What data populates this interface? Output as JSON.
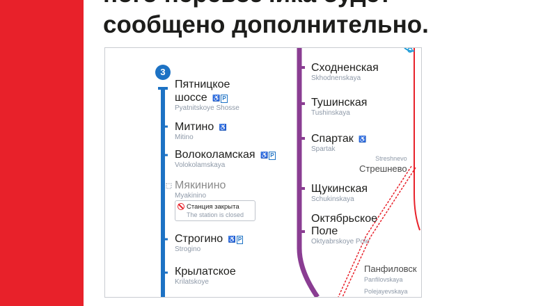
{
  "headline": {
    "line1": "ного перевозчика будет",
    "line2": "сообщено дополнительно."
  },
  "closed_icon": "no-entry-icon",
  "blue_line": {
    "badge": "3",
    "color": "#1d72c4",
    "stations": [
      {
        "ru": "Пятницкое",
        "ru2": "шоссе",
        "en": "Pyatnitskoye Shosse",
        "icons": [
          "wheelchair-icon",
          "parking-icon"
        ]
      },
      {
        "ru": "Митино",
        "en": "Mitino",
        "icons": [
          "wheelchair-icon"
        ]
      },
      {
        "ru": "Волоколамская",
        "en": "Volokolamskaya",
        "icons": [
          "wheelchair-icon",
          "parking-icon"
        ]
      },
      {
        "ru": "Мякинино",
        "en": "Myakinino",
        "closed": true
      },
      {
        "ru": "Строгино",
        "en": "Strogino",
        "icons": [
          "wheelchair-icon",
          "parking-icon"
        ]
      },
      {
        "ru": "Крылатское",
        "en": "Krilatskoye"
      }
    ],
    "closed_note": {
      "ru": "Станция закрыта",
      "en": "The station is closed"
    }
  },
  "purple_line": {
    "color": "#8a3d92",
    "stations": [
      {
        "ru": "Сходненская",
        "en": "Skhodnenskaya"
      },
      {
        "ru": "Тушинская",
        "en": "Tushinskaya"
      },
      {
        "ru": "Спартак",
        "en": "Spartak",
        "icons": [
          "wheelchair-icon"
        ]
      },
      {
        "ru": "Щукинская",
        "en": "Schukinskaya"
      },
      {
        "ru": "Октябрьское",
        "ru2": "Поле",
        "en": "Oktyabrskoye Pole"
      }
    ]
  },
  "mcc_line": {
    "color": "#e8212a",
    "stations": [
      {
        "ru": "Стрешнево",
        "en": "Streshnevo"
      },
      {
        "ru": "Панфиловск",
        "en": "Panfilovskaya"
      },
      {
        "ru": "",
        "en": "Polejayevskaya"
      }
    ]
  },
  "glyphs": {
    "wheelchair": "♿",
    "parking": "P"
  }
}
